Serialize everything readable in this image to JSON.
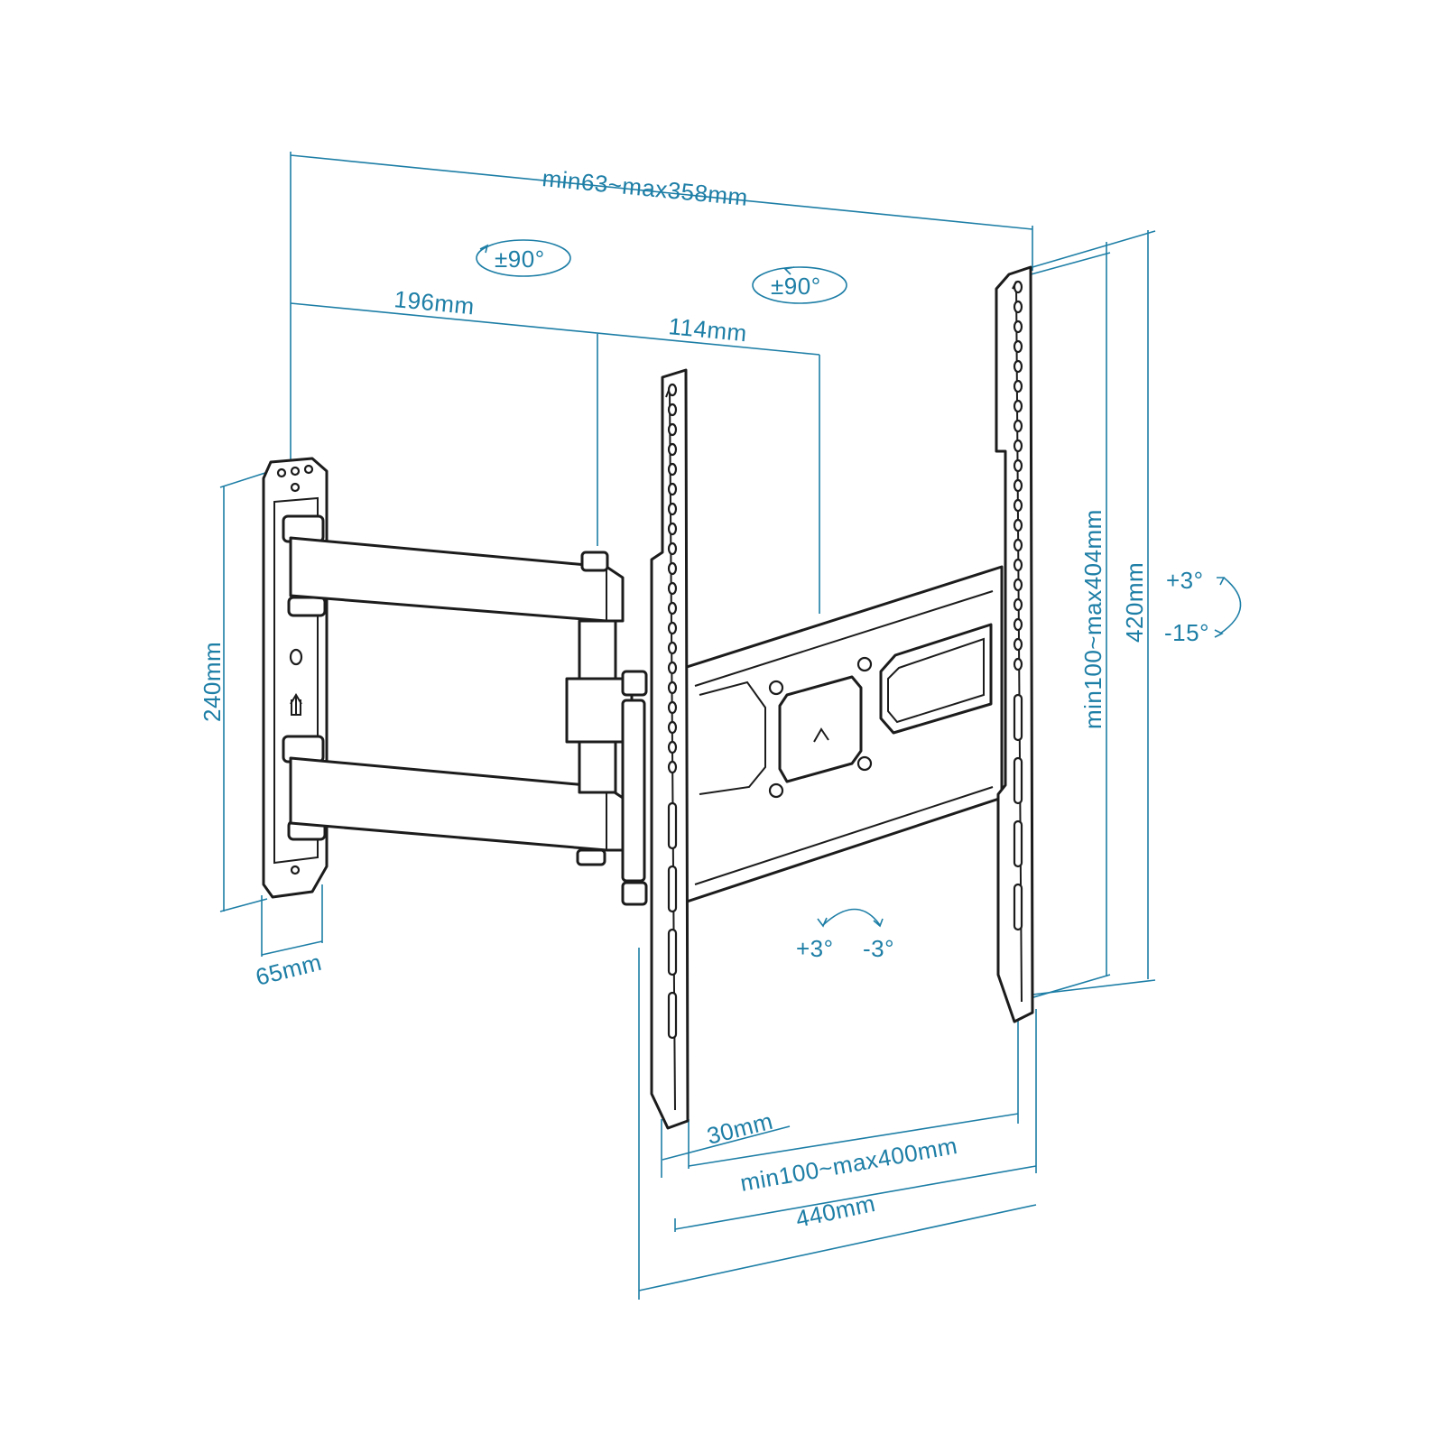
{
  "dimensions": {
    "total_extension": "min63~max358mm",
    "first_arm": "196mm",
    "second_arm": "114mm",
    "wall_plate_height": "240mm",
    "wall_plate_width": "65mm",
    "vertical_vesa": "min100~max404mm",
    "bracket_height": "420mm",
    "bracket_offset": "30mm",
    "horizontal_vesa": "min100~max400mm",
    "bracket_width": "440mm"
  },
  "angles": {
    "swivel_left": "±90°",
    "swivel_right": "±90°",
    "tilt_up": "+3°",
    "tilt_down": "-15°",
    "level_plus": "+3°",
    "level_minus": "-3°"
  },
  "colors": {
    "dimension": "#1d7ea6",
    "drawing": "#1c1c1c"
  },
  "icons": [
    "arrow-up-icon",
    "arrow-up-chevron-icon",
    "rotation-arrow-icon"
  ]
}
